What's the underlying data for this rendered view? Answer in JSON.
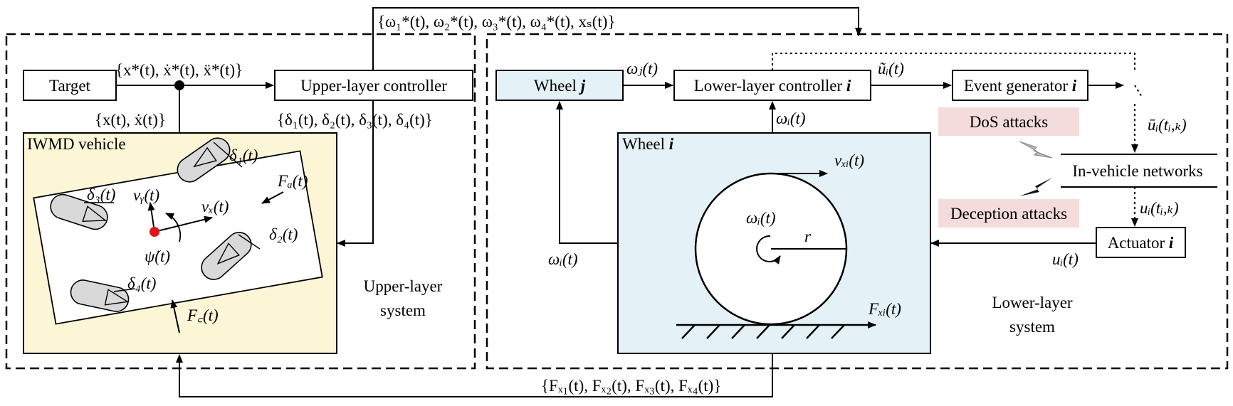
{
  "signals": {
    "omega_star_set": "{ω₁*(t), ω₂*(t), ω₃*(t), ω₄*(t), xₛ(t)}",
    "target_derivs": "{x*(t), ẋ*(t), ẍ*(t)}",
    "state_feedback": "{x(t), ẋ(t)}",
    "delta_set": "{δ₁(t), δ₂(t), δ₃(t), δ₄(t)}",
    "force_set": "{Fₓ₁(t), Fₓ₂(t), Fₓ₃(t), Fₓ₄(t)}",
    "omega_j": "ωⱼ(t)",
    "u_tilde": "ũᵢ(t)",
    "u_bar": "ūᵢ(tᵢ,ₖ)",
    "u_tik": "uᵢ(tᵢ,ₖ)",
    "u_i": "uᵢ(t)",
    "omega_i_up": "ωᵢ(t)",
    "omega_i_left": "ωᵢ(t)"
  },
  "blocks": {
    "target": "Target",
    "upper_controller": "Upper-layer controller",
    "iwmd_vehicle": "IWMD vehicle",
    "wheel_j_prefix": "Wheel ",
    "wheel_j_var": "j",
    "lower_controller_prefix": "Lower-layer controller ",
    "lower_controller_var": "i",
    "event_generator_prefix": "Event generator ",
    "event_generator_var": "i",
    "wheel_i_prefix": "Wheel ",
    "wheel_i_var": "i",
    "actuator_prefix": "Actuator ",
    "actuator_var": "i"
  },
  "attacks": {
    "dos": "DoS attacks",
    "deception": "Deception attacks",
    "network": "In-vehicle networks"
  },
  "systems": {
    "upper_line1": "Upper-layer",
    "upper_line2": "system",
    "lower_line1": "Lower-layer",
    "lower_line2": "system"
  },
  "vehicle": {
    "delta1": "δ₁(t)",
    "delta2": "δ₂(t)",
    "delta3": "δ₃(t)",
    "delta4": "δ₄(t)",
    "vy": "vᵧ(t)",
    "vx": "vₓ(t)",
    "psi_dot": "ψ̇(t)",
    "Fa": "Fₐ(t)",
    "Fc": "F꜀(t)"
  },
  "wheel": {
    "vxi": "vₓᵢ(t)",
    "omega_i": "ωᵢ(t)",
    "r": "r",
    "Fxi": "Fₓᵢ(t)"
  },
  "colors": {
    "vehicle_fill": "#fcf5d6",
    "wheel_fill": "#e4f2f8",
    "attack_fill": "#f5dcdc",
    "cg_dot": "#e0141e",
    "tyre_fill": "#d9d9d9"
  }
}
